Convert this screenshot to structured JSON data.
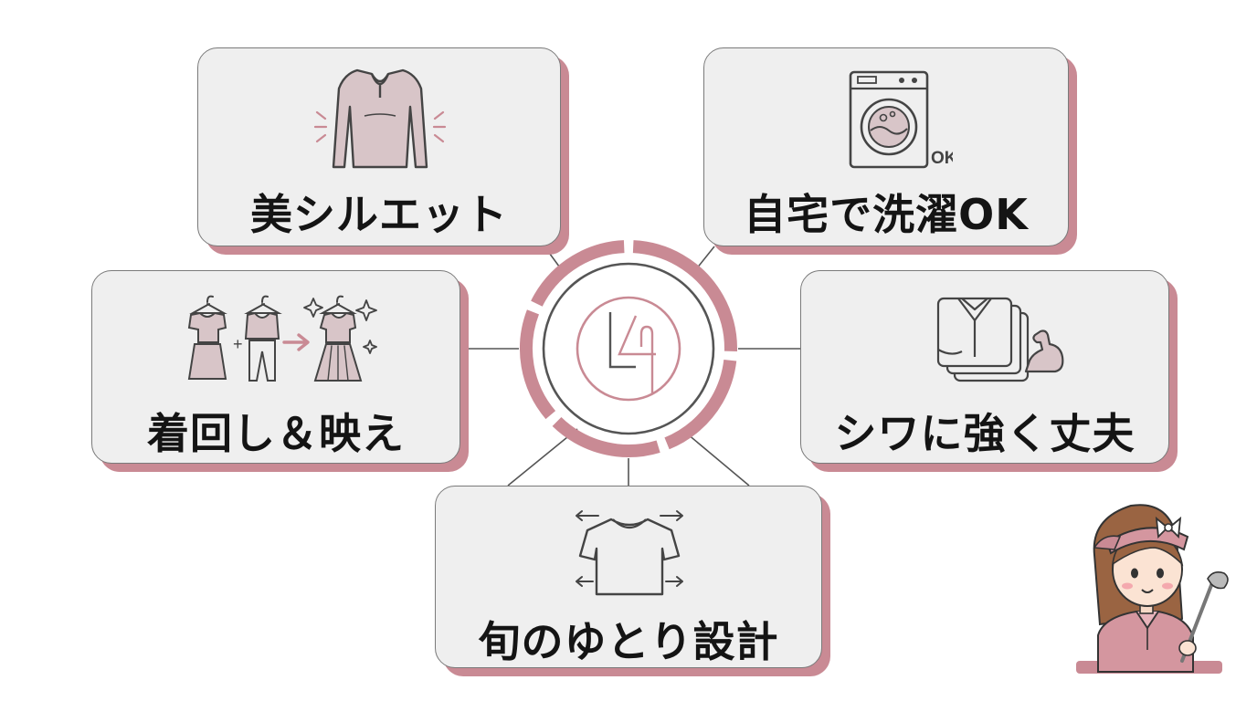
{
  "hub": {
    "logo_icon": "brand-monogram-icon",
    "accent_color": "#c98a94",
    "line_color": "#555555"
  },
  "features": [
    {
      "label": "美シルエット",
      "icon": "fitted-blouse-icon"
    },
    {
      "label": "自宅で洗濯OK",
      "icon": "washing-machine-icon",
      "icon_text": "OK"
    },
    {
      "label": "着回し＆映え",
      "icon": "outfit-coordination-icon"
    },
    {
      "label": "シワに強く丈夫",
      "icon": "folded-shirt-strong-icon"
    },
    {
      "label": "旬のゆとり設計",
      "icon": "relaxed-tshirt-icon"
    }
  ],
  "mascot": {
    "icon": "golfer-girl-icon"
  },
  "colors": {
    "card_bg": "#efefef",
    "card_border": "#7a7a7a",
    "shadow": "#c98a94",
    "garment_fill": "#d8c5c8",
    "text": "#141414"
  }
}
